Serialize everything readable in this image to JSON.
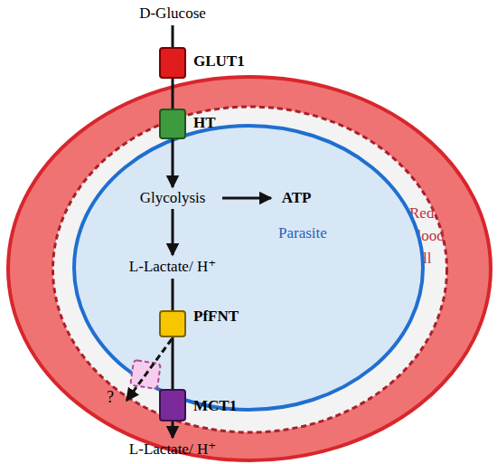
{
  "diagram": {
    "nodes": [
      {
        "text": [
          "Red blood cell"
        ]
      },
      {
        "text": [
          "Parasite"
        ],
        "in": 0
      },
      {
        "text": [
          "D-Glucose"
        ]
      },
      {
        "text": [
          "GLUT1"
        ],
        "in": 0
      },
      {
        "text": [
          "HT"
        ],
        "in": 1
      },
      {
        "text": [
          "Glycolysis"
        ],
        "in": 1
      },
      {
        "text": [
          "ATP"
        ],
        "in": 1
      },
      {
        "text": [
          "L-Lactate/ H⁺"
        ],
        "in": 1
      },
      {
        "text": [
          "PfFNT"
        ],
        "in": 1
      },
      {
        "text": [
          "MCT1"
        ],
        "in": 0
      },
      {
        "text": [
          "L-Lactate/ H⁺"
        ]
      }
    ],
    "edges": [
      {
        "from": 2,
        "to": 3,
        "arrow": "none"
      },
      {
        "from": 3,
        "to": 4,
        "arrow": "none"
      },
      {
        "from": 4,
        "to": 5,
        "arrow": "to"
      },
      {
        "from": 5,
        "to": 6,
        "arrow": "to"
      },
      {
        "from": 5,
        "to": 7,
        "arrow": "to"
      },
      {
        "from": 7,
        "to": 8,
        "arrow": "none"
      },
      {
        "from": 8,
        "to": 9,
        "arrow": "none"
      },
      {
        "from": 9,
        "to": 10,
        "arrow": "to"
      }
    ],
    "labels": [
      "?"
    ]
  }
}
